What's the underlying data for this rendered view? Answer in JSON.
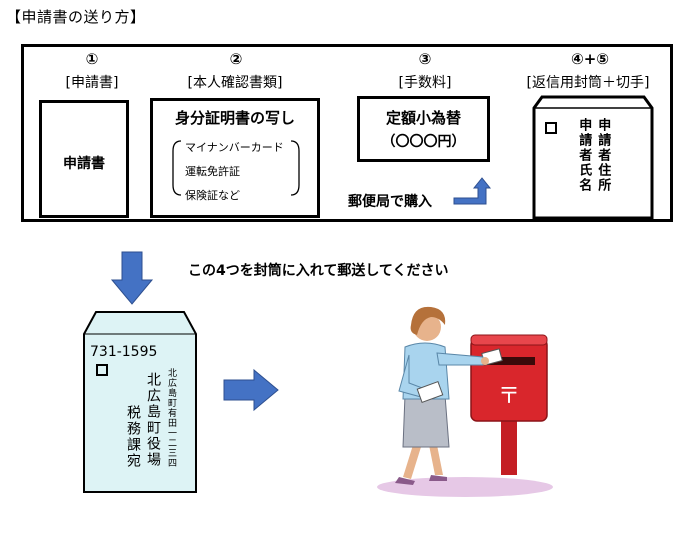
{
  "page_title": "【申請書の送り方】",
  "items": [
    {
      "num": "①",
      "label": "[申請書]"
    },
    {
      "num": "②",
      "label": "[本人確認書類]"
    },
    {
      "num": "③",
      "label": "[手数料]"
    },
    {
      "num": "④+⑤",
      "label": "[返信用封筒＋切手]"
    }
  ],
  "box1": {
    "text": "申請書"
  },
  "box2": {
    "heading": "身分証明書の写し",
    "lines": [
      "マイナンバーカード",
      "運転免許証",
      "保険証など"
    ]
  },
  "box3": {
    "line1": "定額小為替",
    "line2": "（〇〇〇円）",
    "note": "郵便局で購入"
  },
  "box4": {
    "col1": "申請者住所",
    "col2": "申請者氏名"
  },
  "instruction": "この4つを封筒に入れて郵送してください",
  "envelope": {
    "postal": "731-1595",
    "addr": "北広島町有田一二三四",
    "org": "北広島町役場",
    "dept": "税務課宛"
  },
  "colors": {
    "arrow": "#4472C4",
    "envelope": "#DDF3F5",
    "postbox": "#D9262C"
  }
}
